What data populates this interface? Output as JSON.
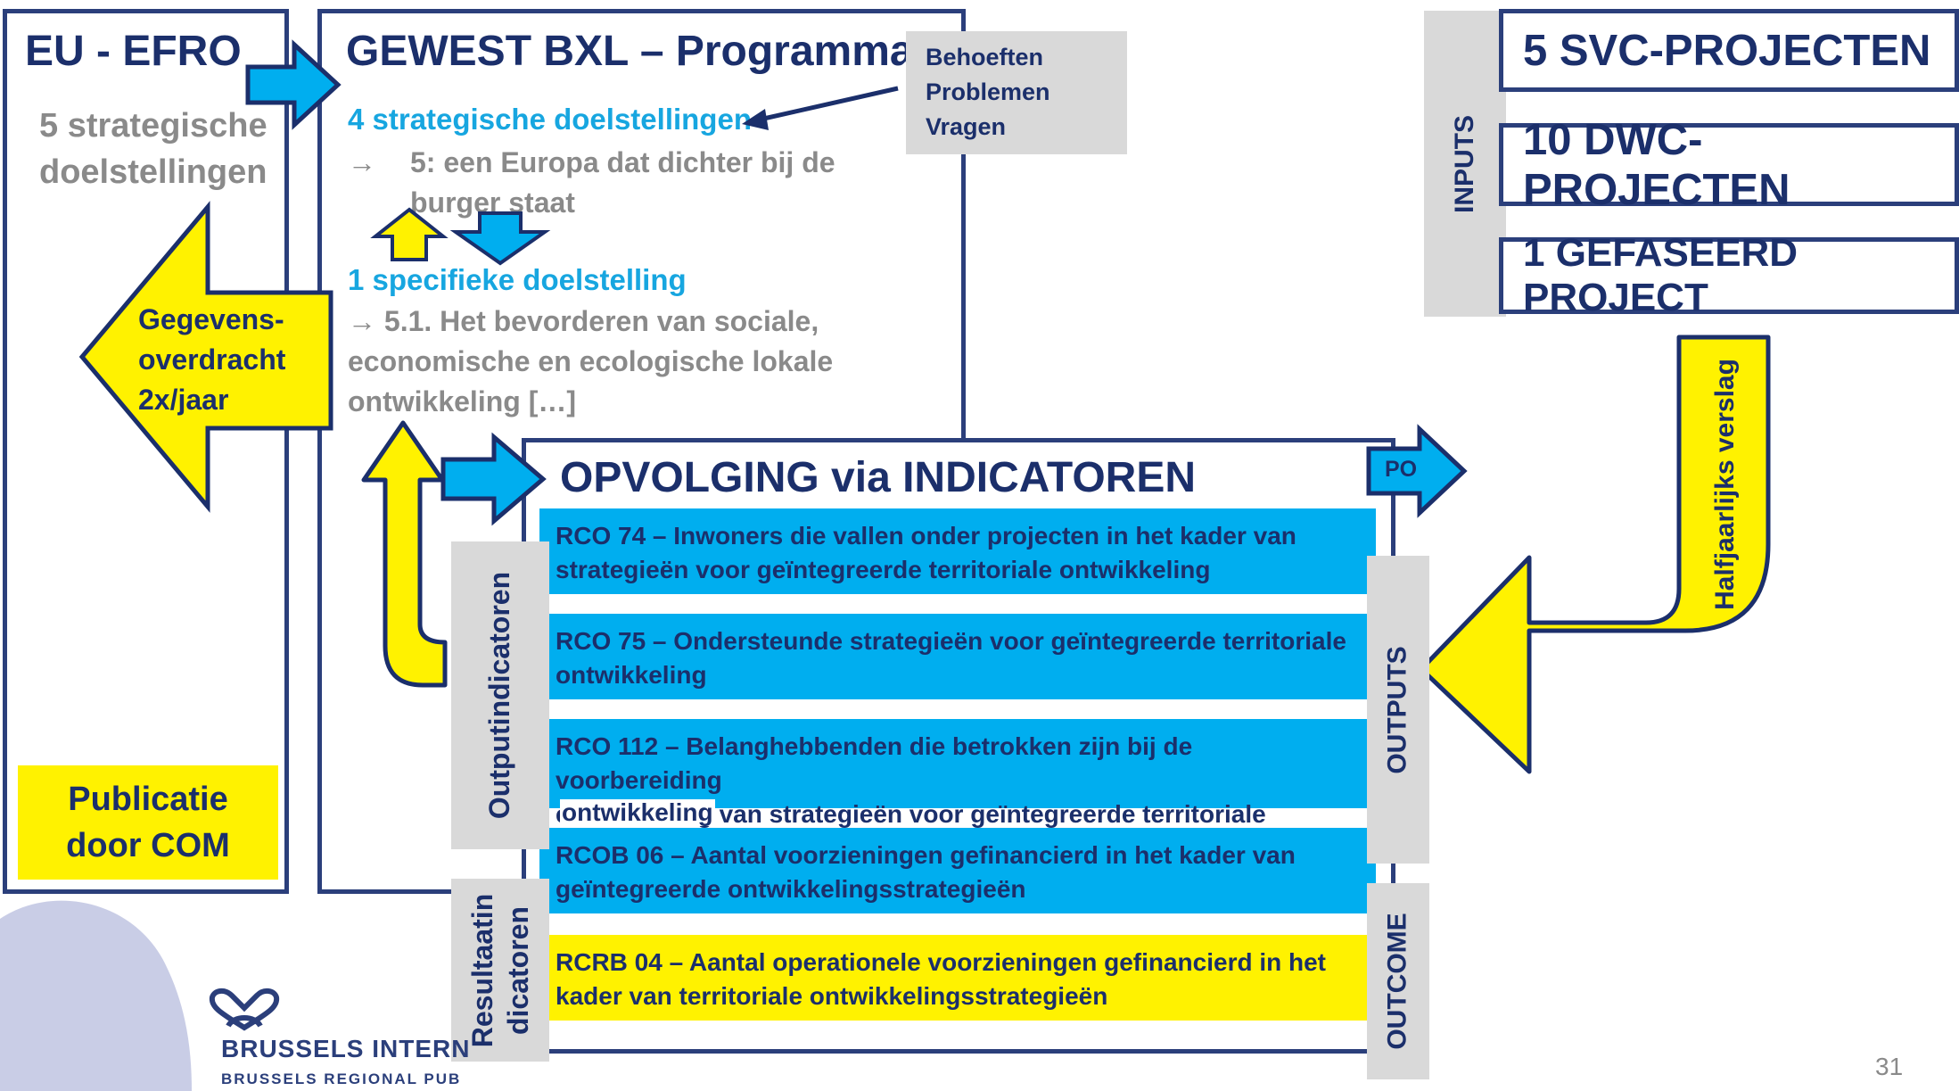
{
  "eu": {
    "title": "EU - EFRO",
    "subtitle_line1": "5 strategische",
    "subtitle_line2": "doelstellingen",
    "publicatie_line1": "Publicatie",
    "publicatie_line2": "door COM"
  },
  "gegevens": {
    "line1": "Gegevens-",
    "line2": "overdracht",
    "line3": "2x/jaar"
  },
  "gewest": {
    "title": "GEWEST BXL – Programma",
    "strat_heading": "4 strategische doelstellingen",
    "strat_item_line1": "5: een Europa dat dichter bij de",
    "strat_item_line2": "burger staat",
    "spec_heading": "1 specifieke doelstelling",
    "spec_item_line1": "5.1. Het bevorderen van sociale,",
    "spec_item_line2": "economische en ecologische lokale",
    "spec_item_line3": "ontwikkeling […]",
    "arrow_glyph": "→"
  },
  "behoeften": {
    "line1": "Behoeften",
    "line2": "Problemen",
    "line3": "Vragen"
  },
  "inputs": {
    "label": "INPUTS",
    "projects": [
      "5 SVC-PROJECTEN",
      "10 DWC-PROJECTEN",
      "1 GEFASEERD PROJECT"
    ]
  },
  "halfjaarlijks": "Halfjaarlijks verslag",
  "opvolging": {
    "title": "OPVOLGING via INDICATOREN",
    "po_label": "PO",
    "outputs_label": "OUTPUTS",
    "outcome_label": "OUTCOME",
    "outputindicatoren_label": "Outputindicatoren",
    "resultaat_line1": "Resultaatin",
    "resultaat_line2": "dicatoren",
    "indicators": [
      {
        "line1": "RCO 74 – Inwoners die vallen onder projecten in het kader van",
        "line2": "strategieën voor geïntegreerde territoriale ontwikkeling",
        "line3": ""
      },
      {
        "line1": "RCO 75 – Ondersteunde strategieën voor geïntegreerde territoriale",
        "line2": "ontwikkeling",
        "line3": ""
      },
      {
        "line1": "RCO 112 – Belanghebbenden die betrokken zijn bij de voorbereiding",
        "line2": "en uitvoering van strategieën voor geïntegreerde territoriale",
        "line3": "ontwikkeling"
      },
      {
        "line1": "RCOB 06 – Aantal voorzieningen gefinancierd in het kader van",
        "line2": "geïntegreerde ontwikkelingsstrategieën",
        "line3": ""
      },
      {
        "line1": "RCRB 04 – Aantal operationele voorzieningen gefinancierd in het",
        "line2": "kader van territoriale ontwikkelingsstrategieën",
        "line3": ""
      }
    ]
  },
  "logo": {
    "line1": "BRUSSELS INTERN",
    "line2": "BRUSSELS REGIONAL PUB"
  },
  "page_number": "31",
  "colors": {
    "navy": "#2b3f7b",
    "blue_box": "#00aeef",
    "yellow": "#fff200",
    "cyan_text": "#17a6e0",
    "grey_text": "#8a8a8a",
    "grey_box": "#d9d9d9"
  }
}
